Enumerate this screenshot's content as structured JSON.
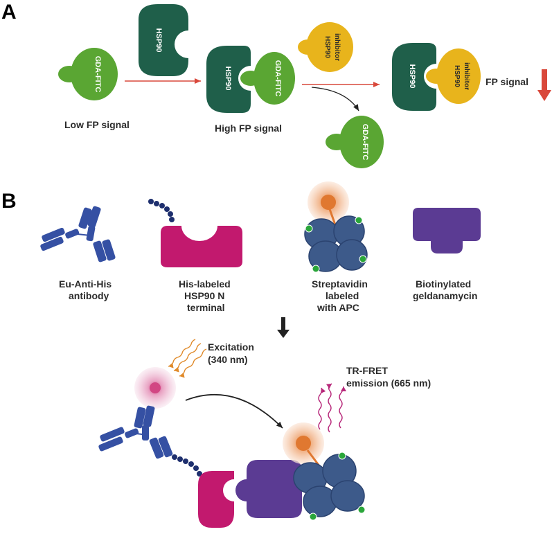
{
  "panels": {
    "a": "A",
    "b": "B"
  },
  "panel_a": {
    "gda_label": "GDA-FITC",
    "hsp90_label": "HSP90",
    "inhibitor_line1": "HSP90",
    "inhibitor_line2": "inhibitor",
    "low_fp": "Low FP signal",
    "high_fp": "High FP signal",
    "fp_signal": "FP signal"
  },
  "panel_b": {
    "antibody_line1": "Eu-Anti-His",
    "antibody_line2": "antibody",
    "his_line1": "His-labeled",
    "his_line2": "HSP90 N",
    "his_line3": "terminal",
    "strep_line1": "Streptavidin",
    "strep_line2": "labeled",
    "strep_line3": "with APC",
    "biot_line1": "Biotinylated",
    "biot_line2": "geldanamycin",
    "excitation_line1": "Excitation",
    "excitation_line2": "(340 nm)",
    "emission_line1": "TR-FRET",
    "emission_line2": "emission (665 nm)"
  },
  "colors": {
    "gda_green": "#5aa633",
    "hsp90_dark_green": "#1f5f4a",
    "inhibitor_yellow": "#e8b41c",
    "arrow_red": "#d9483b",
    "antibody_blue": "#3550a3",
    "his_magenta": "#c2196e",
    "streptavidin_blue": "#3d5a8a",
    "biotin_purple": "#5b3b93",
    "apc_orange": "#e07830",
    "excitation_orange": "#e08a2a",
    "emission_magenta": "#b7287a",
    "eu_pink": "#d24683"
  }
}
